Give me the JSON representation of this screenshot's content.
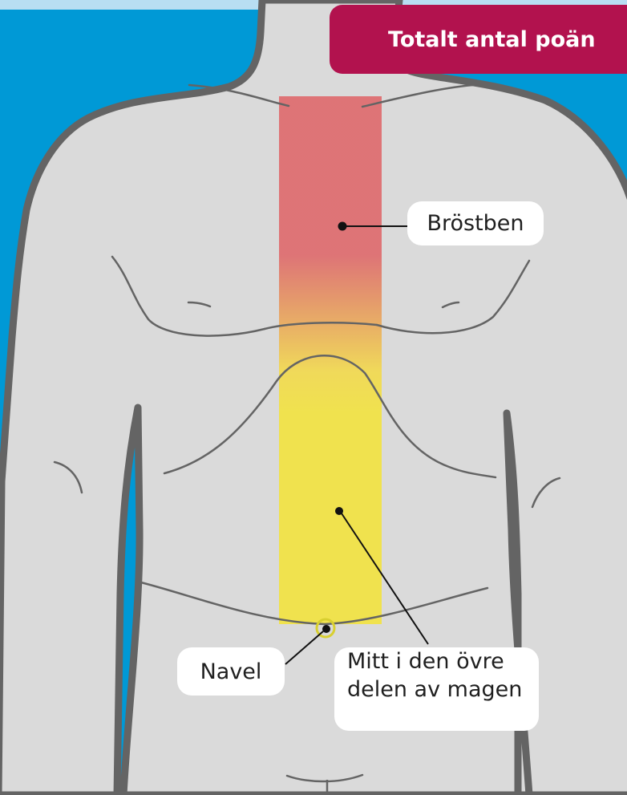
{
  "colors": {
    "background_blue": "#0099d6",
    "skin": "#dadada",
    "outline": "#646464",
    "banner": "#b2124e",
    "pain_red": "#de6b6e",
    "pain_yellow": "#f0e24e"
  },
  "banner": {
    "text": "Totalt antal poän"
  },
  "labels": {
    "sternum": "Bröstben",
    "navel": "Navel",
    "epigastric_line1": "Mitt i den övre",
    "epigastric_line2": "delen av magen"
  }
}
